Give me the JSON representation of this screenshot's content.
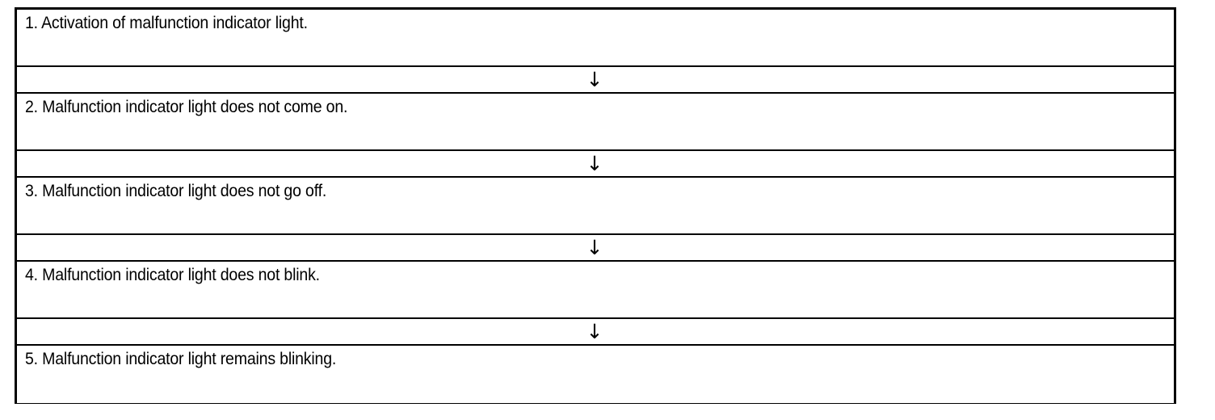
{
  "diagram": {
    "type": "vertical-flow-table",
    "title": "",
    "connector_glyph": "↓",
    "connector_name": "down-arrow-icon",
    "border_color": "#000000",
    "background_color": "#ffffff",
    "text_color": "#000000",
    "steps": [
      {
        "number": "1",
        "label": "1. Activation of malfunction indicator light."
      },
      {
        "number": "2",
        "label": "2. Malfunction indicator light does not come on."
      },
      {
        "number": "3",
        "label": "3. Malfunction indicator light does not go off."
      },
      {
        "number": "4",
        "label": "4. Malfunction indicator light does not blink."
      },
      {
        "number": "5",
        "label": "5. Malfunction indicator light remains blinking."
      }
    ]
  }
}
